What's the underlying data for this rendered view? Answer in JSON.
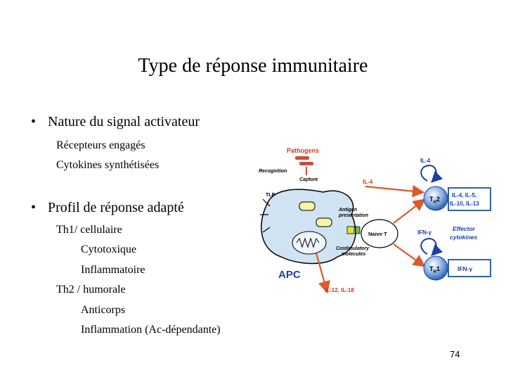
{
  "slide": {
    "title": "Type de réponse immunitaire",
    "page_number": "74"
  },
  "bullets": [
    {
      "symbol": "•",
      "text": "Nature du signal activateur",
      "items": [
        "Récepteurs engagés",
        "Cytokines synthétisées"
      ]
    },
    {
      "symbol": "•",
      "text": "Profil de réponse adapté",
      "items": [
        "Th1/ cellulaire",
        "Cytotoxique",
        "Inflammatoire",
        "Th2 / humorale",
        "Anticorps",
        "Inflammation (Ac-dépendante)"
      ]
    }
  ],
  "diagram": {
    "pathogens": "Pathogens",
    "recognition": "Recognition",
    "capture": "Capture",
    "tlrs": "TLRs",
    "antigen_presentation_1": "Antigen",
    "antigen_presentation_2": "presentation",
    "naive_t": "Naive T",
    "costim_1": "Costimulatory",
    "costim_2": "molecules",
    "apc": "APC",
    "il12_il18": "IL-12, IL-18",
    "il4_mid": "IL-4",
    "il4_top": "IL-4",
    "th2_main": "T",
    "th2_sub": "H",
    "th2_num": "2",
    "th1_main": "T",
    "th1_sub": "H",
    "th1_num": "1",
    "ifn_mid": "IFN-γ",
    "th2_cyt_1": "IL-4, IL-5,",
    "th2_cyt_2": "IL-10, IL-13",
    "effector_1": "Effector",
    "effector_2": "cytokines",
    "th1_cyt": "IFN-γ",
    "colors": {
      "label_red": "#d03a1e",
      "label_blue": "#1a3fa8",
      "cell_fill": "#cfe3f2",
      "th_fill": "#3d7cc6",
      "cytokine_box": "#2f63b3",
      "arrow": "#e0582a"
    }
  }
}
